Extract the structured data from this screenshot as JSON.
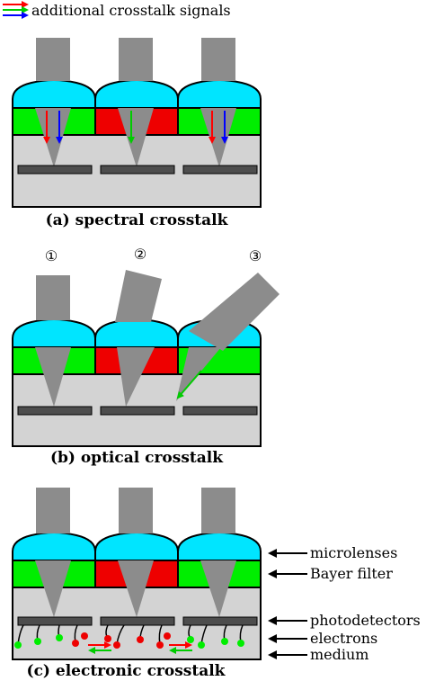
{
  "legend": {
    "text": "additional crosstalk signals",
    "arrow_colors": [
      "#ff0000",
      "#00cc00",
      "#0000ff"
    ]
  },
  "captions": {
    "a": "(a) spectral crosstalk",
    "b": "(b) optical crosstalk",
    "c": "(c) electronic crosstalk"
  },
  "optical_numbers": [
    "①",
    "②",
    "③"
  ],
  "side_labels": {
    "microlenses": "microlenses",
    "bayer_filter": "Bayer filter",
    "photodetectors": "photodetectors",
    "electrons": "electrons",
    "medium": "medium"
  },
  "colors": {
    "lens": "#00e5ff",
    "filter_green": "#00ee00",
    "filter_red": "#ee0000",
    "medium": "#d3d3d3",
    "beam": "#8c8c8c",
    "detector": "#4d4d4d",
    "electron_green": "#00ee00",
    "electron_red": "#ee0000",
    "arrow_red": "#ff0000",
    "arrow_green": "#00cc00",
    "arrow_blue": "#0000ff"
  }
}
